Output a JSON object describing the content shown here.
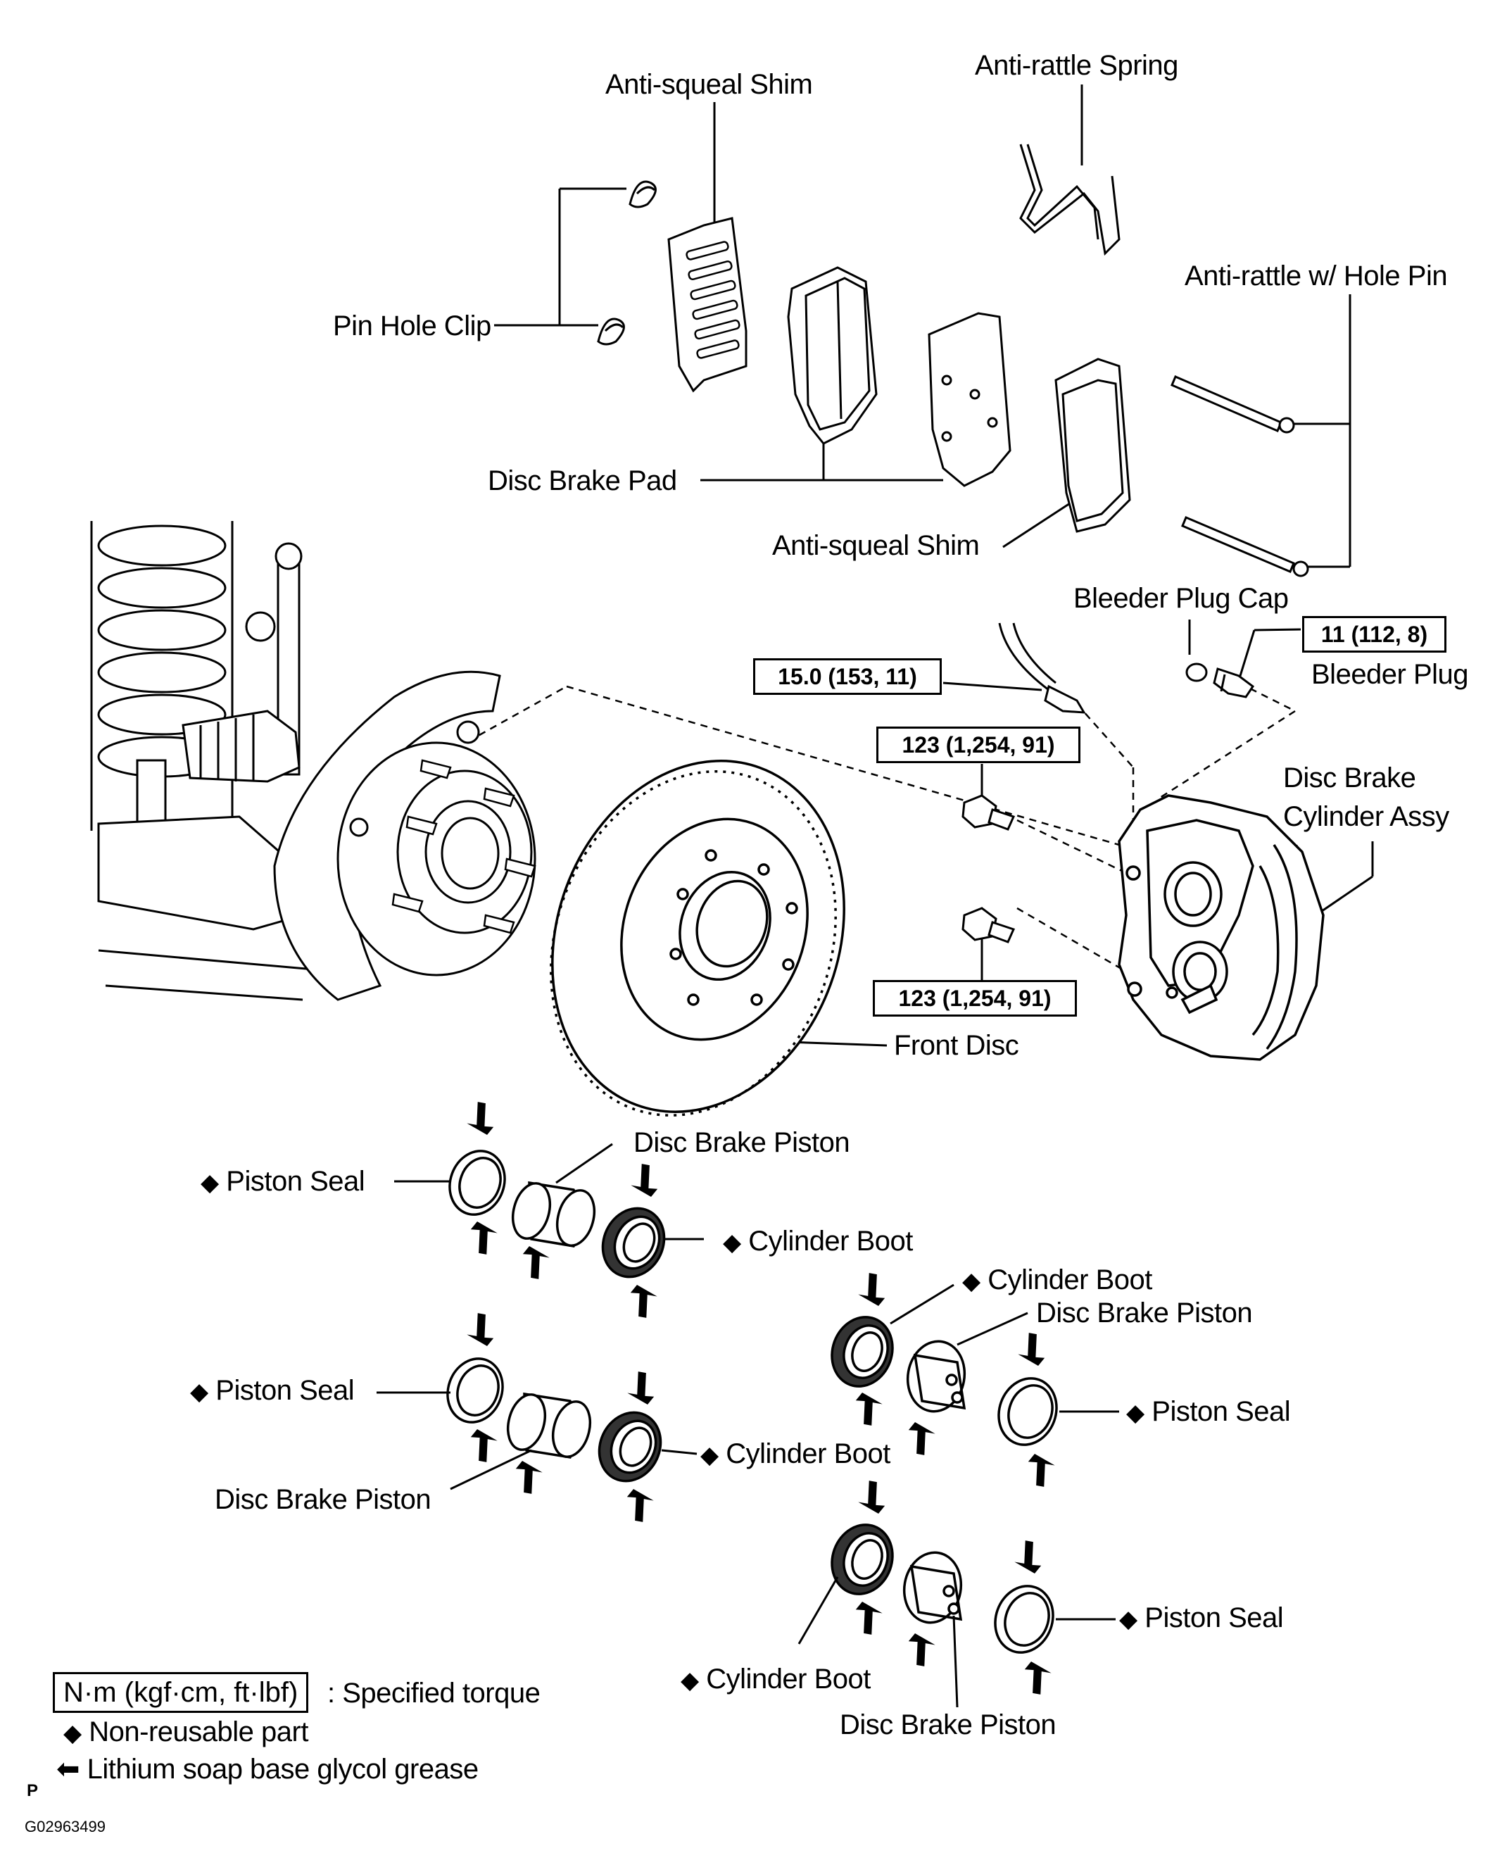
{
  "labels": {
    "anti_squeal_shim_top": "Anti-squeal  Shim",
    "anti_rattle_spring": "Anti-rattle  Spring",
    "anti_rattle_hole_pin": "Anti-rattle  w/ Hole Pin",
    "pin_hole_clip": "Pin Hole Clip",
    "disc_brake_pad": "Disc Brake Pad",
    "anti_squeal_shim_bottom": "Anti-squeal  Shim",
    "bleeder_plug_cap": "Bleeder Plug Cap",
    "bleeder_plug": "Bleeder Plug",
    "disc_brake_cylinder_assy_1": "Disc Brake",
    "disc_brake_cylinder_assy_2": "Cylinder Assy",
    "front_disc": "Front Disc",
    "disc_brake_piston_1": "Disc Brake Piston",
    "piston_seal_1": "Piston Seal",
    "cylinder_boot_1": "Cylinder Boot",
    "cylinder_boot_2": "Cylinder Boot",
    "disc_brake_piston_2": "Disc Brake Piston",
    "piston_seal_2": "Piston Seal",
    "piston_seal_3": "Piston Seal",
    "cylinder_boot_3": "Cylinder Boot",
    "disc_brake_piston_3": "Disc Brake Piston",
    "piston_seal_4": "Piston Seal",
    "cylinder_boot_4": "Cylinder Boot",
    "disc_brake_piston_4": "Disc Brake Piston"
  },
  "torques": {
    "bleeder": "11 (112, 8)",
    "hose": "15.0 (153, 11)",
    "upper_bolt": "123 (1,254, 91)",
    "lower_bolt": "123 (1,254, 91)"
  },
  "symbols": {
    "diamond": "◆",
    "grease_arrow": "⬅"
  },
  "legend": {
    "torque_unit": "N·m (kgf·cm, ft·lbf)",
    "torque_desc": ": Specified torque",
    "non_reusable": "Non-reusable part",
    "grease": "Lithium soap base glycol grease"
  },
  "footer": {
    "p_mark": "P",
    "figure_id": "G02963499"
  }
}
